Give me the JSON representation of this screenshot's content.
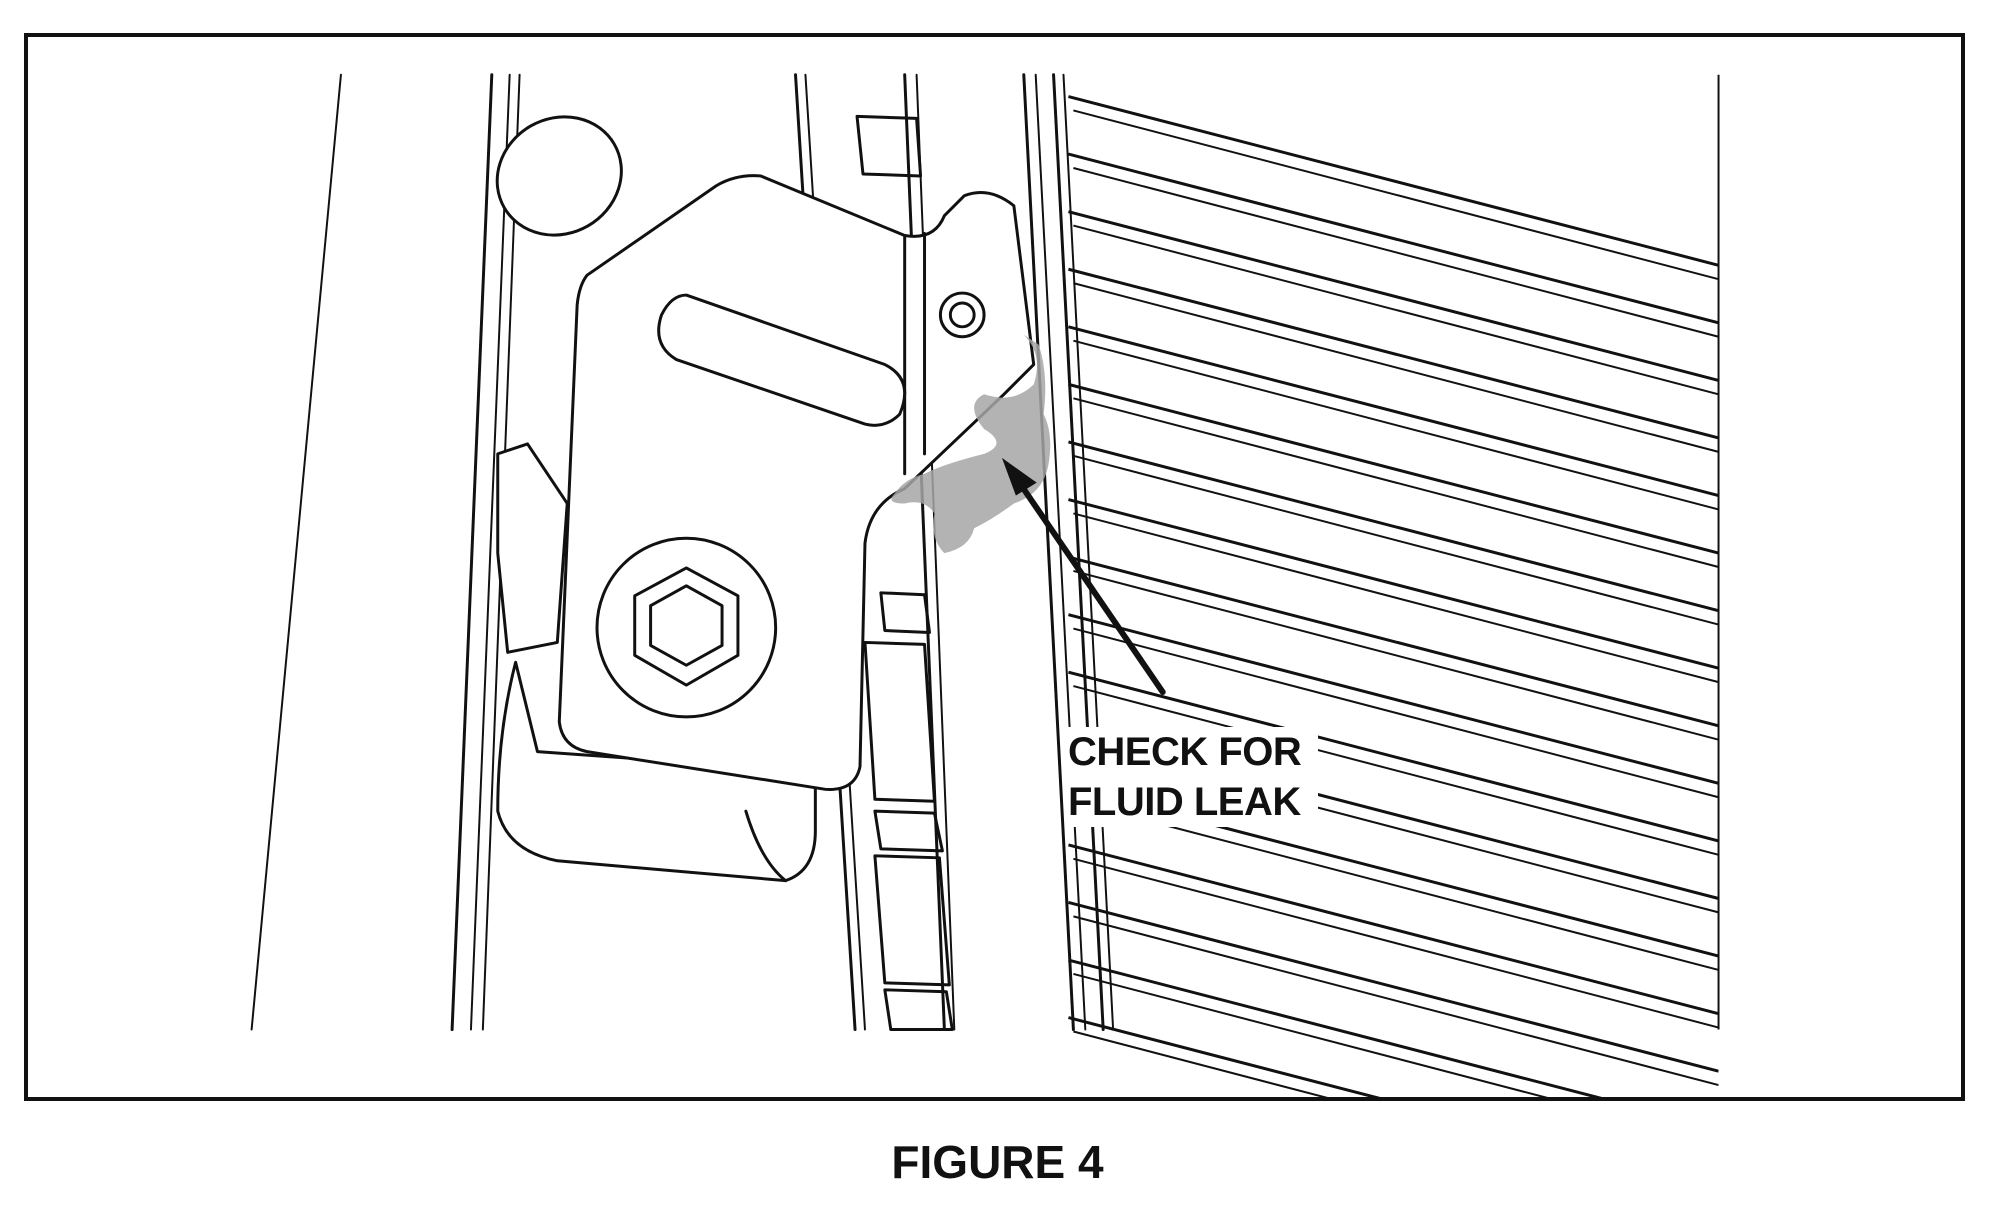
{
  "figure": {
    "caption": "FIGURE 4",
    "callout": {
      "line1": "CHECK FOR",
      "line2": "FLUID LEAK"
    },
    "colors": {
      "line": "#111111",
      "leak_highlight": "#a6a6a6",
      "background": "#ffffff"
    }
  }
}
